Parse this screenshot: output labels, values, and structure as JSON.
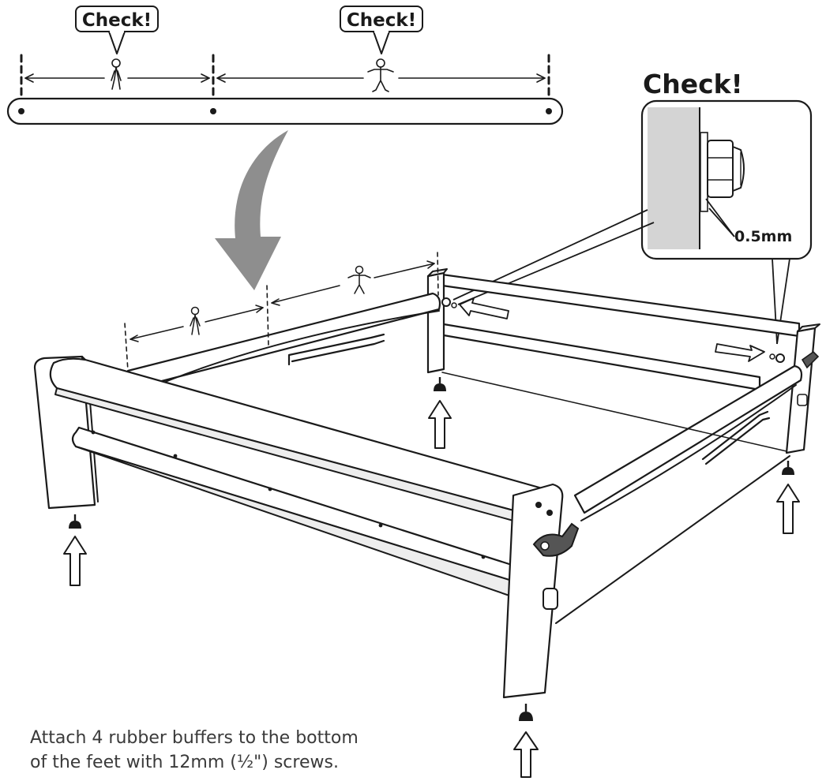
{
  "callouts": {
    "check_left": "Check!",
    "check_right": "Check!",
    "check_detail": "Check!"
  },
  "detail": {
    "gap_label": "0.5mm"
  },
  "instructions": {
    "line1": "Attach 4 rubber buffers to the bottom",
    "line2": "of the feet with 12mm (½\") screws."
  },
  "colors": {
    "ink": "#1a1a1a",
    "shade": "#ededed",
    "detail_panel": "#d4d4d4",
    "big_arrow": "#8e8e8e",
    "caption_text": "#3a3a3a"
  },
  "icons": [
    "standing-figure-icon",
    "spread-figure-icon",
    "down-curved-arrow-icon",
    "up-arrow-icon",
    "rubber-buffer-icon",
    "pointer-arrow-icon"
  ]
}
